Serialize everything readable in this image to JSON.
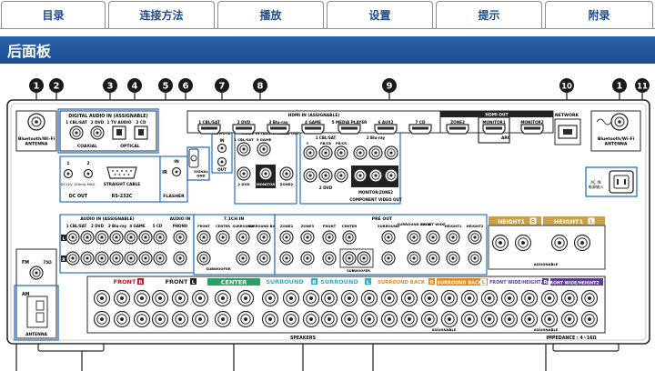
{
  "tabs": [
    {
      "label": "目录"
    },
    {
      "label": "连接方法"
    },
    {
      "label": "播放"
    },
    {
      "label": "设置"
    },
    {
      "label": "提示"
    },
    {
      "label": "附录"
    }
  ],
  "section": {
    "title": "后面板"
  },
  "colors": {
    "accent_blue": "#1c4f92",
    "callout": "#1a1a1a",
    "highlight_box": "#2a6fc0",
    "front": "#c4161c",
    "center": "#2f9e62",
    "surround": "#2ab0d0",
    "surround_back": "#e08a1e",
    "height1": "#c8a24a",
    "front_wide_height2": "#5a3d8f"
  },
  "callouts": [
    "1",
    "2",
    "3",
    "4",
    "5",
    "6",
    "7",
    "8",
    "9",
    "10",
    "1",
    "11"
  ],
  "panel": {
    "antenna_bt_left": "Bluetooth/Wi-Fi\nANTENNA",
    "antenna_bt_right": "Bluetooth/Wi-Fi\nANTENNA",
    "digital_audio_in": "DIGITAL AUDIO IN (ASSIGNABLE)",
    "coaxial_labels": [
      "1 CBL/SAT",
      "2 DVD"
    ],
    "coaxial": "COAXIAL",
    "optical_labels": [
      "1 TV AUDIO",
      "2 CD"
    ],
    "optical": "OPTICAL",
    "dc_out_labels": [
      "1",
      "2"
    ],
    "dc_out_spec": "DC12V 150mA MAX.",
    "dc_out": "DC OUT",
    "rs232c_cable": "STRAIGHT CABLE",
    "rs232c": "RS-232C",
    "flasher": "FLASHER",
    "ir": "IR",
    "ir_in": "IN",
    "signal_gnd": "SIGNAL\nGND",
    "remote": "REMOTE",
    "remote_in": "IN",
    "remote_out": "OUT",
    "video_in": "VIDEO IN (ASSIGNABLE)",
    "video_out": "VIDEO OUT",
    "video_in_labels": [
      "1 CBL/SAT",
      "3 GAME",
      "2 DVD",
      "MONITOR",
      "ZONE2"
    ],
    "component_in": "COMPONENT VIDEO IN (ASSIGNABLE)",
    "component_in_labels": [
      "1 CBL/SAT",
      "2 Blu-ray"
    ],
    "component_out": "COMPONENT VIDEO OUT",
    "component_out_label": "MONITOR/ZONE2",
    "component_y": "Y",
    "component_pb": "PB/CB",
    "component_pr": "PR/CR",
    "component_dvd": "2 DVD",
    "hdmi_in": "HDMI IN (ASSIGNABLE)",
    "hdmi_in_labels": [
      "1 CBL/SAT",
      "2 DVD",
      "3 Blu-ray",
      "4 GAME",
      "5 MEDIA PLAYER",
      "6 AUX2",
      "7 CD"
    ],
    "hdmi_out": "HDMI OUT",
    "hdmi_out_labels": [
      "ZONE2",
      "MONITOR1",
      "MONITOR2"
    ],
    "arc": "ARC",
    "network": "NETWORK",
    "ac_in": "AC IN\n电源输入",
    "fm": "FM",
    "fm_ohm": "75Ω",
    "am": "AM",
    "antenna": "ANTENNA",
    "audio_in": "AUDIO IN (ASSIGNABLE)",
    "audio_in_labels": [
      "1 CBL/SAT",
      "2 DVD",
      "3 Blu-ray",
      "4 GAME",
      "5 CD"
    ],
    "audio_in_l": "L",
    "audio_in_r": "R",
    "phono": "PHONO",
    "audio_in_phono_label": "AUDIO IN",
    "ch71_in": "7.1CH IN",
    "ch71_labels": [
      "FRONT",
      "CENTER",
      "SURROUND",
      "SURROUND BACK"
    ],
    "subwoofer": "SUBWOOFER",
    "pre_out": "PRE OUT",
    "pre_out_labels": [
      "ZONE2",
      "ZONE3",
      "FRONT",
      "CENTER",
      "SURROUND",
      "SURROUND BACK",
      "FRONT WIDE",
      "HEIGHT1",
      "HEIGHT2"
    ],
    "pre_out_sub": "SUBWOOFER",
    "speakers": "SPEAKERS",
    "assignable": "ASSIGNABLE",
    "impedance": "IMPEDANCE : 4~16Ω",
    "spk_front_r": "FRONT",
    "spk_front_l": "FRONT",
    "spk_center": "CENTER",
    "spk_surround_r": "SURROUND",
    "spk_surround_l": "SURROUND",
    "spk_surround_back_r": "SURROUND BACK",
    "spk_surround_back_l": "SURROUND BACK",
    "spk_fwh2_r": "FRONT WIDE/HEIGHT2",
    "spk_fwh2_l": "FRONT WIDE/HEIGHT2",
    "spk_height1_r": "HEIGHT1",
    "spk_height1_l": "HEIGHT1",
    "r_badge": "R",
    "l_badge": "L"
  }
}
